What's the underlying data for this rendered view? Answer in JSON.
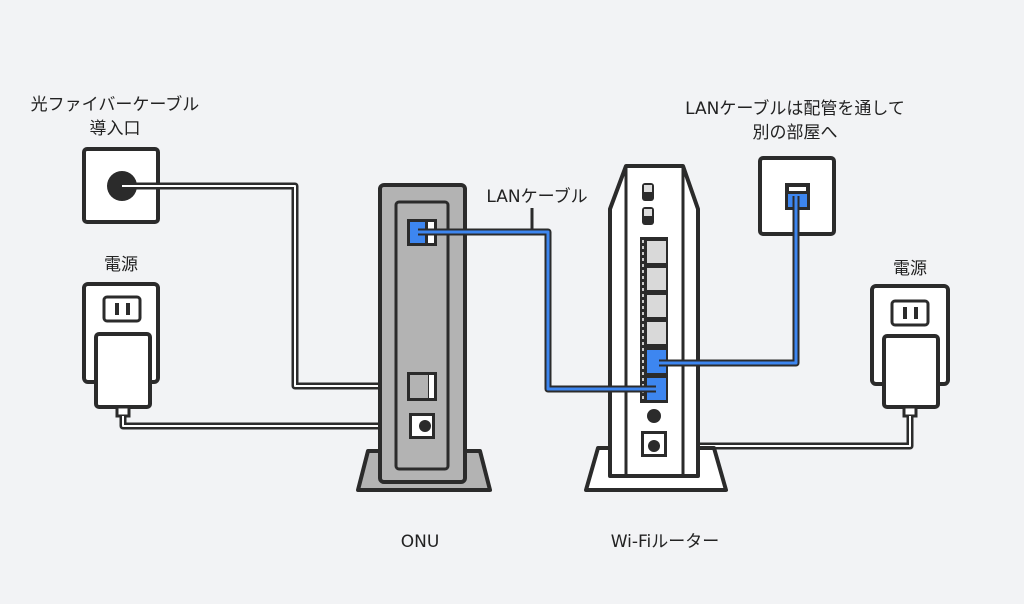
{
  "labels": {
    "fiber_inlet_line1": "光ファイバーケーブル",
    "fiber_inlet_line2": "導入口",
    "power_left": "電源",
    "power_right": "電源",
    "lan_cable": "LANケーブル",
    "wall_lan_line1": "LANケーブルは配管を通して",
    "wall_lan_line2": "別の部屋へ",
    "onu": "ONU",
    "router": "Wi-Fiルーター"
  },
  "colors": {
    "background": "#f2f3f5",
    "outline": "#2b2b2b",
    "lan_blue": "#3d86f0",
    "onu_body": "#b3b3b3",
    "device_white": "#ffffff",
    "port_gray": "#d9d9d9"
  },
  "router_ports": {
    "lan_ports_total": 6,
    "lan_ports_connected": 2
  }
}
